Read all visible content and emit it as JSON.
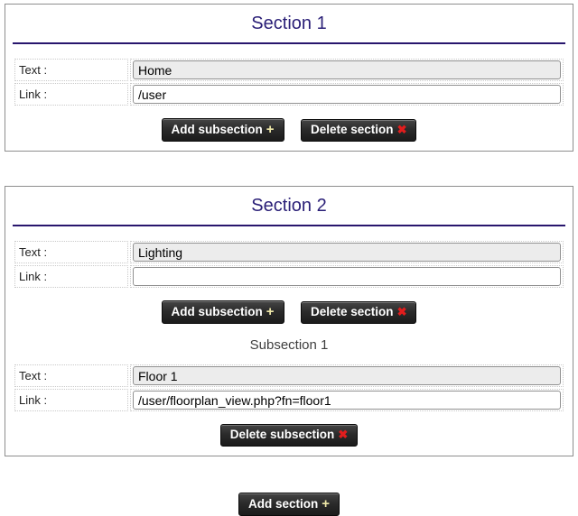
{
  "colors": {
    "title_indigo": "#2a1f77",
    "rule_indigo": "#28166d",
    "panel_border": "#8e8e8e",
    "button_bg_dark": "#2b2b2b",
    "button_text": "#ffffff",
    "plus_glyph_color": "#efe8a8",
    "cross_glyph_color": "#e21d1d",
    "readonly_input_bg": "#ececec"
  },
  "labels": {
    "text": "Text :",
    "link": "Link :",
    "add_subsection": "Add subsection",
    "delete_section": "Delete section",
    "delete_subsection": "Delete subsection",
    "add_section": "Add section",
    "plus_glyph": "+",
    "cross_glyph": "✖"
  },
  "sections": [
    {
      "title": "Section 1",
      "text_value": "Home",
      "link_value": "/user"
    },
    {
      "title": "Section 2",
      "text_value": "Lighting",
      "link_value": "",
      "subsections": [
        {
          "title": "Subsection 1",
          "text_value": "Floor 1",
          "link_value": "/user/floorplan_view.php?fn=floor1"
        }
      ]
    }
  ]
}
